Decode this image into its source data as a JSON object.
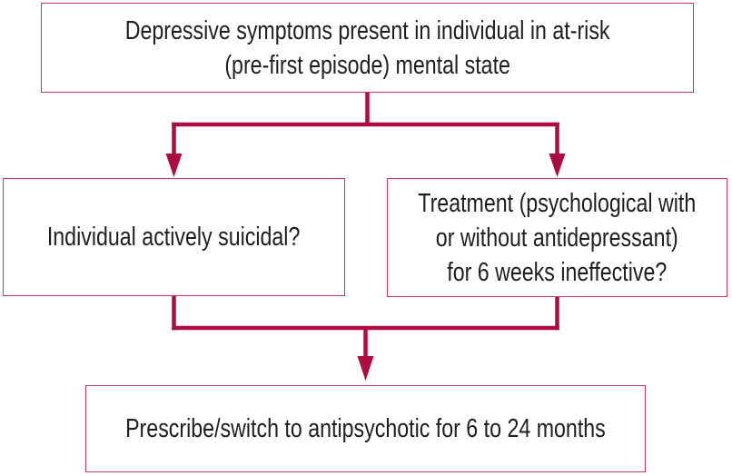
{
  "colors": {
    "accent": "#AD0C3E",
    "box_border": "#C23A60",
    "text": "#1E1E1E",
    "background": "#FFFFFF"
  },
  "flowchart": {
    "top_box": {
      "lines": [
        "Depressive symptoms present in individual in at-risk",
        "(pre-first episode) mental state"
      ]
    },
    "left_box": {
      "lines": [
        "Individual actively suicidal?"
      ]
    },
    "right_box": {
      "lines": [
        "Treatment (psychological with",
        "or without antidepressant)",
        "for 6 weeks ineffective?"
      ]
    },
    "bottom_box": {
      "lines": [
        "Prescribe/switch to antipsychotic for 6 to 24 months"
      ]
    }
  }
}
